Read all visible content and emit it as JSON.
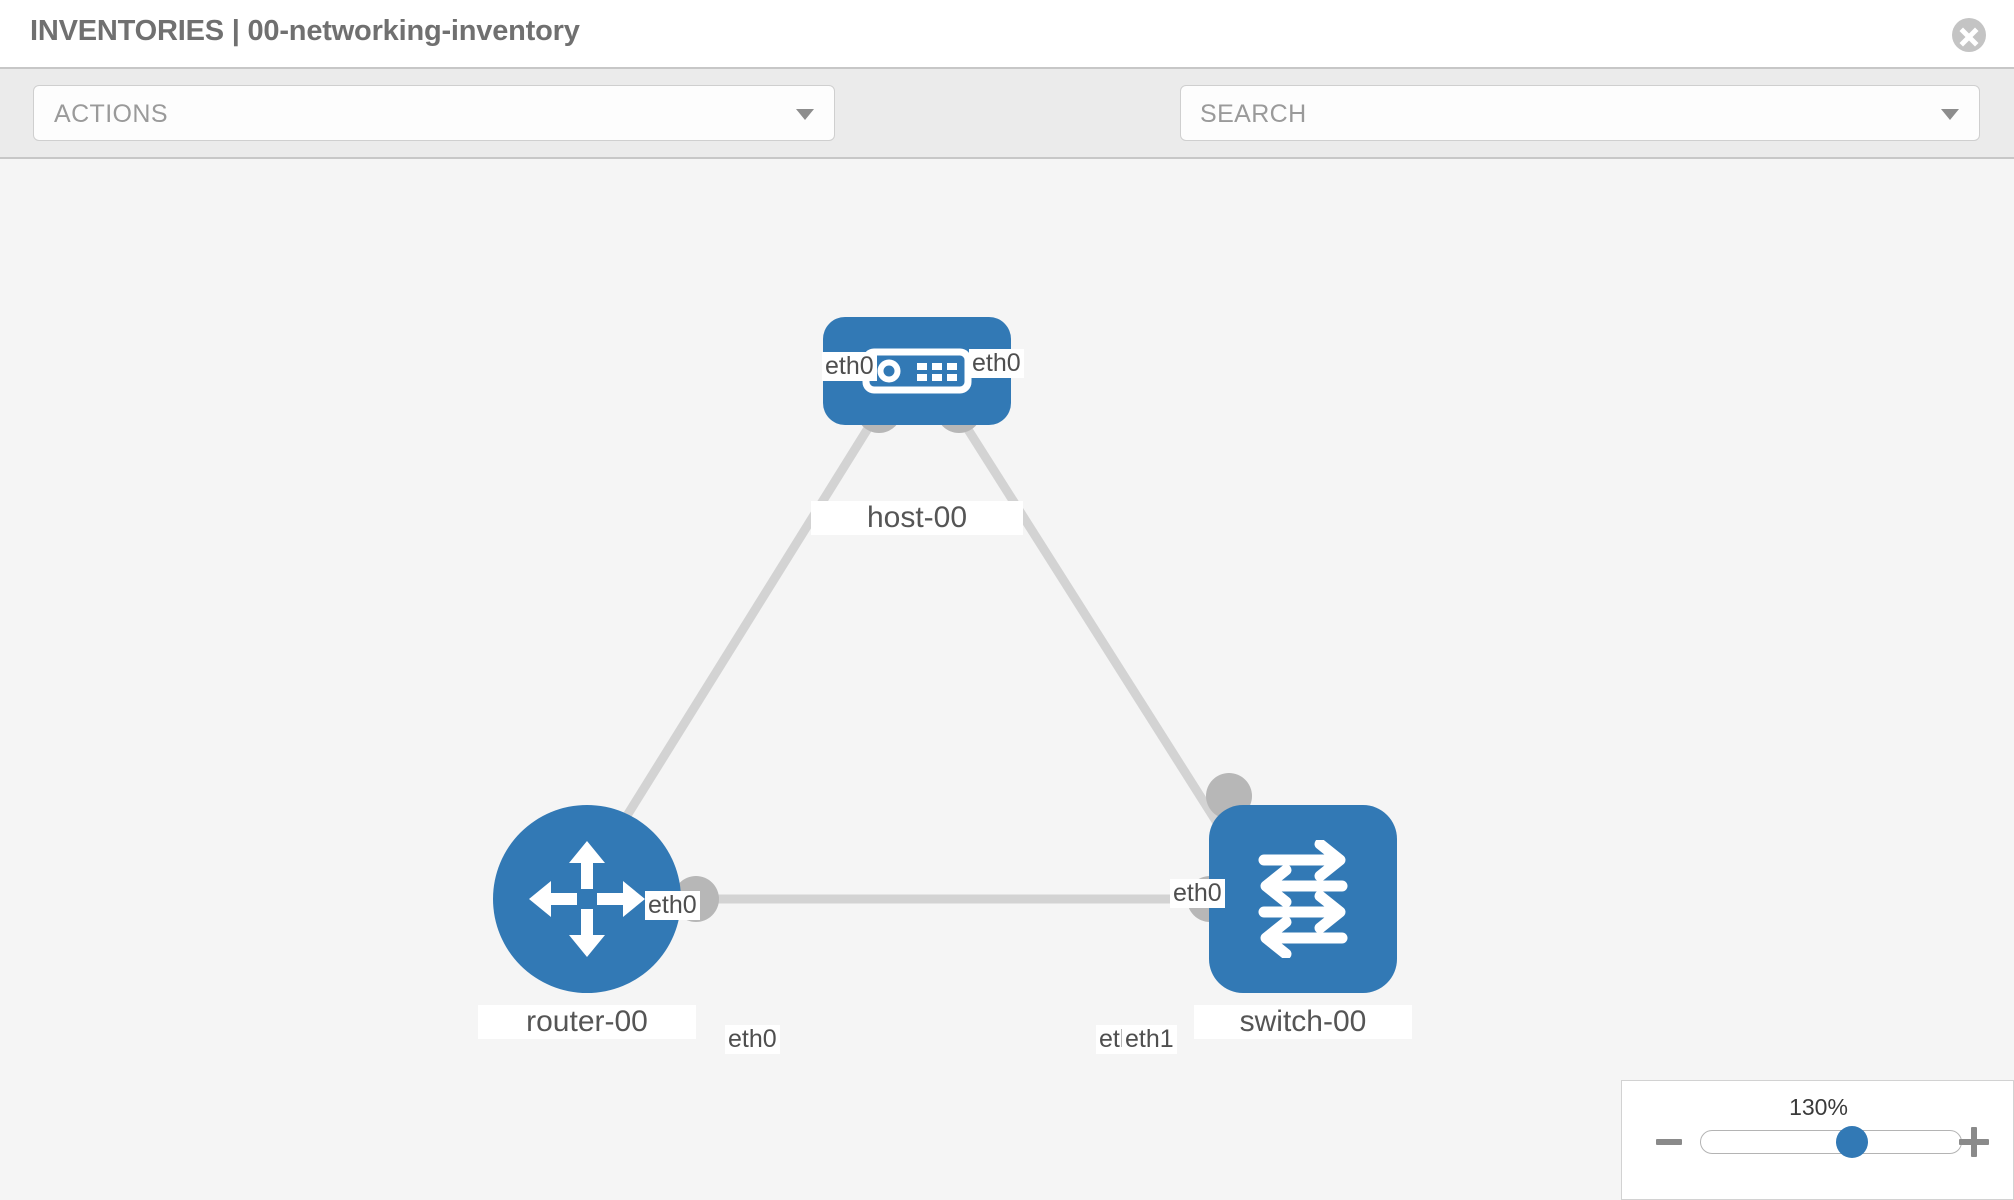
{
  "header": {
    "title": "INVENTORIES | 00-networking-inventory",
    "close_icon": "close-circle-icon"
  },
  "toolbar": {
    "actions_label": "ACTIONS",
    "actions_caret": "chevron-down-icon",
    "wrench_icon": "wrench-icon",
    "key_icon": "key-icon",
    "search_placeholder": "SEARCH",
    "search_value": "",
    "search_caret": "chevron-down-icon"
  },
  "topology": {
    "nodes": [
      {
        "id": "host-00",
        "label": "host-00",
        "type": "host",
        "icon": "server-icon",
        "shape": "rounded-rect",
        "color": "#3279b5"
      },
      {
        "id": "router-00",
        "label": "router-00",
        "type": "router",
        "icon": "router-arrows-icon",
        "shape": "circle",
        "color": "#3279b5"
      },
      {
        "id": "switch-00",
        "label": "switch-00",
        "type": "switch",
        "icon": "switch-arrows-icon",
        "shape": "rounded-square",
        "color": "#3279b5"
      }
    ],
    "edges": [
      {
        "from": "host-00",
        "to": "router-00",
        "from_label": "eth0",
        "to_label": "eth0"
      },
      {
        "from": "host-00",
        "to": "switch-00",
        "from_label": "eth0",
        "to_label": "eth0"
      },
      {
        "from": "router-00",
        "to": "switch-00",
        "from_label": "eth0",
        "to_label": "eth1",
        "to_label_overlap": "eth0"
      }
    ],
    "edge_labels": {
      "host_left": "eth0",
      "host_right": "eth0",
      "router_up": "eth0",
      "switch_up": "eth0",
      "router_right": "eth0",
      "switch_left_under": "eth0",
      "switch_left": "eth1"
    }
  },
  "zoom_control": {
    "value_label": "130%",
    "minus_label": "minus-icon",
    "plus_label": "plus-icon"
  }
}
